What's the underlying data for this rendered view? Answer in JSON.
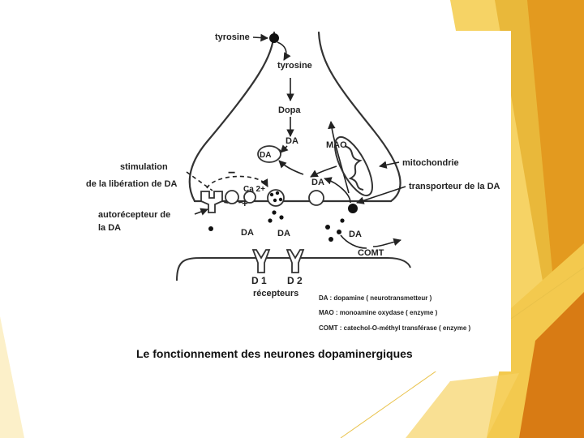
{
  "slide": {
    "title": "Le fonctionnement des neurones dopaminergiques",
    "decoration_colors": [
      "#F6D365",
      "#E9B83A",
      "#E39A1F",
      "#D87B14",
      "#F3C94E"
    ]
  },
  "diagram": {
    "labels": {
      "tyrosine_top": "tyrosine",
      "tyrosine": "tyrosine",
      "dopa": "Dopa",
      "da_top": "DA",
      "da_vesicle": "DA",
      "mao": "MAO",
      "da_mid": "DA",
      "ca": "Ca 2+",
      "minus": "−",
      "plus": "+",
      "stimulation": "stimulation",
      "liberation": "de la libération de DA",
      "autorecepteur_1": "autorécepteur de",
      "autorecepteur_2": "la DA",
      "mitochondrie": "mitochondrie",
      "transporteur": "transporteur de la DA",
      "da_cleft_1": "DA",
      "da_cleft_2": "DA",
      "da_cleft_3": "DA",
      "comt": "COMT",
      "d1": "D 1",
      "d2": "D 2",
      "recepteurs": "récepteurs"
    },
    "legend": [
      "DA : dopamine ( neurotransmetteur )",
      "MAO : monoamine oxydase    ( enzyme )",
      "COMT : catechol-O-méthyl transférase   ( enzyme )"
    ]
  }
}
